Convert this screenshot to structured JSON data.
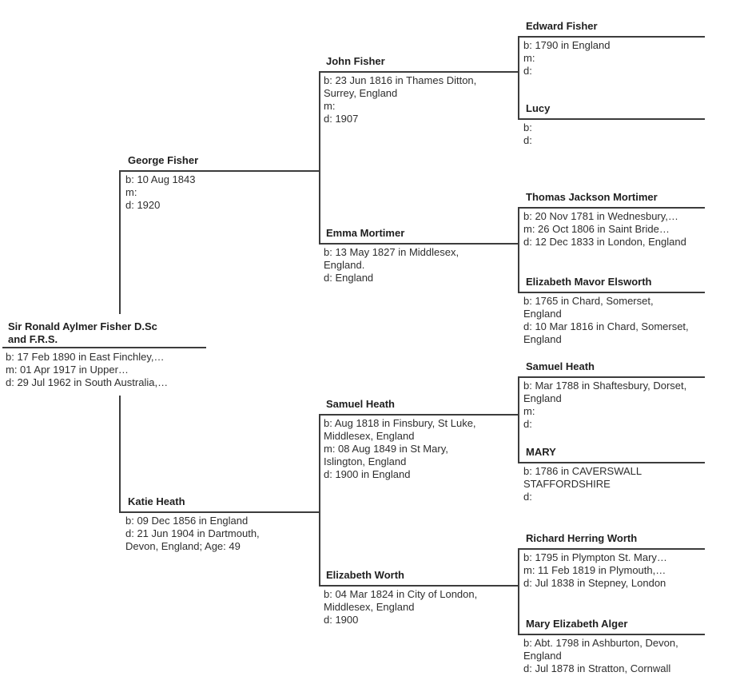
{
  "chart_title": "",
  "line_color": "#3c3c3c",
  "persons": {
    "root": {
      "name_line1": "Sir Ronald Aylmer Fisher D.Sc",
      "name_line2": "and F.R.S.",
      "details": [
        "b: 17 Feb 1890 in East Finchley,…",
        "m: 01 Apr 1917 in Upper…",
        "d: 29 Jul 1962 in South Australia,…"
      ]
    },
    "father": {
      "name": "George Fisher",
      "details": [
        "b: 10 Aug 1843",
        "m:",
        "d: 1920"
      ]
    },
    "mother": {
      "name": "Katie Heath",
      "details": [
        "b: 09 Dec 1856 in England",
        "d: 21 Jun 1904 in Dartmouth,",
        "Devon, England; Age: 49"
      ]
    },
    "paternal_grandfather": {
      "name": "John Fisher",
      "details": [
        "b: 23 Jun 1816 in Thames Ditton,",
        "Surrey, England",
        "m:",
        "d: 1907"
      ]
    },
    "paternal_grandmother": {
      "name": "Emma Mortimer",
      "details": [
        "b: 13 May 1827 in Middlesex,",
        "England.",
        "d: England"
      ]
    },
    "maternal_grandfather": {
      "name": "Samuel Heath",
      "details": [
        "b: Aug 1818 in Finsbury, St Luke,",
        "Middlesex, England",
        "m: 08 Aug 1849 in St Mary,",
        "Islington, England",
        "d: 1900 in England"
      ]
    },
    "maternal_grandmother": {
      "name": "Elizabeth Worth",
      "details": [
        "b: 04 Mar 1824 in City of London,",
        "Middlesex, England",
        "d: 1900"
      ]
    },
    "gg_edward_fisher": {
      "name": "Edward Fisher",
      "details": [
        "b: 1790 in England",
        "m:",
        "d:"
      ]
    },
    "gg_lucy": {
      "name": "Lucy",
      "details": [
        "b:",
        "d:"
      ]
    },
    "gg_thomas_jackson_mortimer": {
      "name": "Thomas Jackson Mortimer",
      "details": [
        "b: 20 Nov 1781 in Wednesbury,…",
        "m: 26 Oct 1806 in Saint Bride…",
        "d: 12 Dec 1833 in London, England"
      ]
    },
    "gg_elizabeth_mavor_elsworth": {
      "name": "Elizabeth Mavor Elsworth",
      "details": [
        "b: 1765 in Chard, Somerset,",
        "England",
        "d: 10 Mar 1816 in Chard, Somerset,",
        "England"
      ]
    },
    "gg_samuel_heath": {
      "name": "Samuel Heath",
      "details": [
        "b: Mar 1788 in Shaftesbury, Dorset,",
        "England",
        "m:",
        "d:"
      ]
    },
    "gg_mary": {
      "name": "MARY",
      "details": [
        "b: 1786 in CAVERSWALL",
        "STAFFORDSHIRE",
        "d:"
      ]
    },
    "gg_richard_herring_worth": {
      "name": "Richard Herring Worth",
      "details": [
        "b: 1795 in Plympton St. Mary…",
        "m: 11 Feb 1819 in Plymouth,…",
        "d: Jul 1838 in Stepney, London"
      ]
    },
    "gg_mary_elizabeth_alger": {
      "name": "Mary Elizabeth Alger",
      "details": [
        "b: Abt. 1798 in Ashburton, Devon,",
        "England",
        "d: Jul 1878 in Stratton, Cornwall"
      ]
    }
  }
}
